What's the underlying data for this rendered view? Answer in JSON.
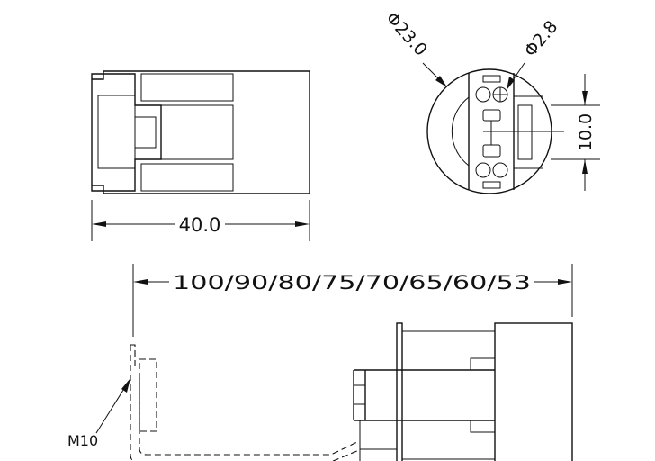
{
  "drawing": {
    "side_view": {
      "width_dimension": "40.0"
    },
    "front_view": {
      "outer_diameter": "Φ23.0",
      "pin_diameter": "Φ2.8",
      "height_dimension": "10.0"
    },
    "cable_view": {
      "length_options": "100/90/80/75/70/65/60/53",
      "thread_label": "M10"
    },
    "colors": {
      "line": "#111111",
      "background": "#ffffff"
    }
  }
}
